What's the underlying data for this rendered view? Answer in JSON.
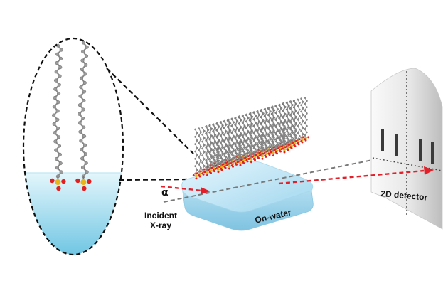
{
  "labels": {
    "alpha": "α",
    "incident_line1": "Incident",
    "incident_line2": "X-ray",
    "substrate": "On-water",
    "detector": "2D detector"
  },
  "colors": {
    "beam": "#e3202a",
    "water_top": "#d9f2fb",
    "water_bottom": "#6ec6e3",
    "chain": "#8a8a8a",
    "oxygen": "#e02020",
    "sulfur": "#e8b41a",
    "detector_light": "#f3f3f3",
    "detector_dark": "#b9b9b9",
    "peak": "#3a3a3a"
  },
  "icons": {
    "inset": "magnified-monolayer-inset",
    "film": "monolayer-film-on-water",
    "detector": "2d-detector-screen"
  }
}
